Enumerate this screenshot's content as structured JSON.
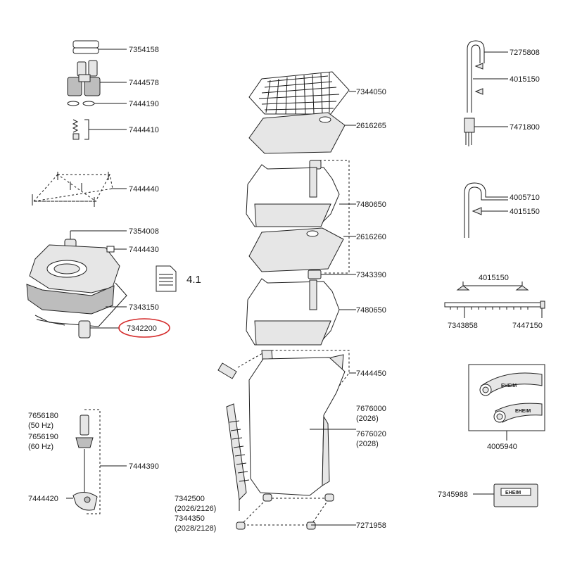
{
  "parts": {
    "hose_clip": "7354158",
    "valve_adapter": "7444578",
    "o_rings": "7444190",
    "spring_set": "7444410",
    "screws": "7444440",
    "plug": "7354008",
    "pump_head_part": "7444430",
    "pump_head": "7343150",
    "highlighted_part": "7342200",
    "motor_50": "7656180",
    "motor_50_hz": "(50 Hz)",
    "motor_60": "7656190",
    "motor_60_hz": "(60 Hz)",
    "shaft": "7444390",
    "impeller_cover": "7444420",
    "filter_grid": "7344050",
    "filter_pad_top": "2616265",
    "basket_top": "7480650",
    "filter_pad_mid": "2616260",
    "tube_connector": "7343390",
    "basket_bottom": "7480650",
    "clamps": "7444450",
    "canister_a": "7676000",
    "canister_a_model": "(2026)",
    "canister_b": "7676020",
    "canister_b_model": "(2028)",
    "intake_a": "7342500",
    "intake_a_model": "(2026/2126)",
    "intake_b": "7344350",
    "intake_b_model": "(2028/2128)",
    "feet": "7271958",
    "outflow_pipe": "7275808",
    "suction_cup_a": "4015150",
    "intake_strainer": "7471800",
    "return_pipe": "4005710",
    "suction_cup_b": "4015150",
    "suction_cup_c": "4015150",
    "spray_bar": "7343858",
    "end_cap": "7447150",
    "hose": "4005940",
    "grease": "7345988",
    "doc_ref": "4.1",
    "brand_text": "EHEIM"
  },
  "colors": {
    "highlight": "#d42a2a",
    "line": "#1a1a1a",
    "part_fill": "#e6e6e6"
  }
}
